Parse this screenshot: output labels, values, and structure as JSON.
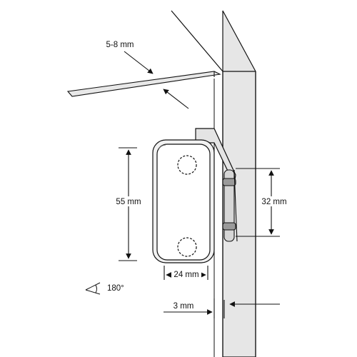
{
  "dimensions": {
    "glass_thickness": "5-8 mm",
    "hinge_height": "55 mm",
    "hinge_width": "24 mm",
    "hole_spacing": "32 mm",
    "gap": "3 mm",
    "opening_angle": "180°"
  },
  "colors": {
    "stroke": "#111111",
    "panel_fill": "#ffffff",
    "shade_fill": "#d9d9d9",
    "dark_fill": "#9a9a9a"
  },
  "icons": [
    "angle-icon",
    "dimension-arrow-icon"
  ]
}
